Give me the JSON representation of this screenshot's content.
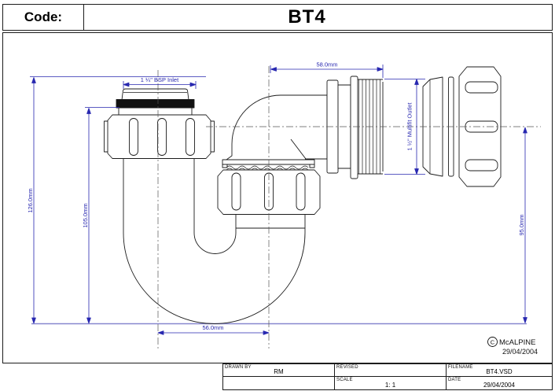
{
  "header": {
    "code_label": "Code:",
    "code_value": "BT4"
  },
  "dimensions": {
    "overall_height": "126.0mm",
    "body_height": "105.0mm",
    "outlet_height": "95.0mm",
    "top_offset": "58.0mm",
    "bottom_width": "56.0mm",
    "inlet_label": "1 ¼\" BSP Inlet",
    "outlet_label": "1 ½\" Multifit Outlet"
  },
  "copyright": {
    "symbol": "C",
    "company": "McALPINE",
    "date": "29/04/2004"
  },
  "title_block": {
    "drawn_by_label": "DRAWN BY",
    "drawn_by_value": "RM",
    "revised_label": "REVISED",
    "revised_value": "",
    "filename_label": "FILENAME",
    "filename_value": "BT4.VSD",
    "scale_label": "SCALE",
    "scale_value": "1: 1",
    "date_label": "DATE",
    "date_value": "29/04/2004"
  },
  "colors": {
    "dimension": "#2828b0",
    "baseline": "#8888cf",
    "outline": "#1c1c1c"
  }
}
